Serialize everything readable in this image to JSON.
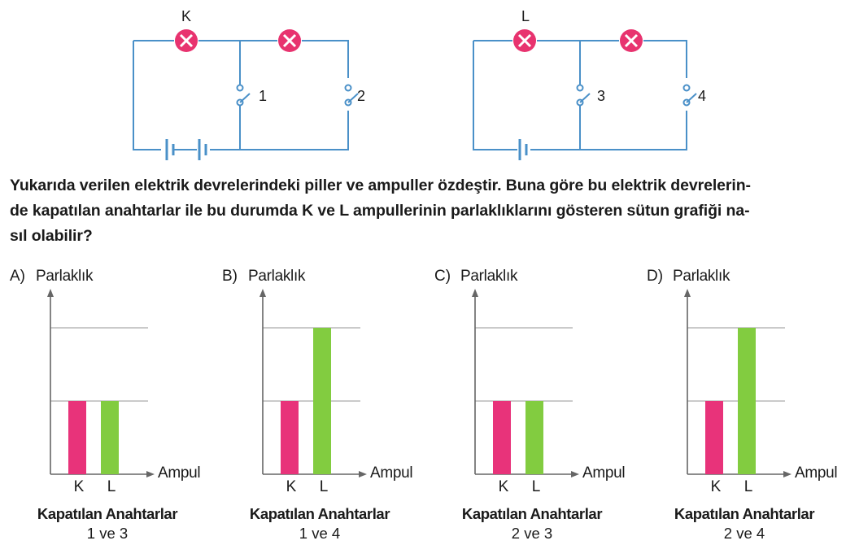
{
  "circuits": {
    "left": {
      "lamp_label": "K",
      "switches": [
        "1",
        "2"
      ],
      "battery_cells": 2
    },
    "right": {
      "lamp_label": "L",
      "switches": [
        "3",
        "4"
      ],
      "battery_cells": 1
    }
  },
  "question": {
    "line1": "Yukarıda verilen elektrik devrelerindeki piller ve ampuller özdeştir. Buna göre bu elektrik devrelerin-",
    "line2": "de kapatılan anahtarlar ile bu durumda K ve L ampullerinin parlaklıklarını gösteren sütun grafiği na-",
    "line3": "sıl olabilir?"
  },
  "colors": {
    "wire": "#4a90c8",
    "lamp": "#e8336f",
    "bar_K": "#e8337a",
    "bar_L": "#82cc40",
    "axis": "#666666",
    "grid": "#aaaaaa"
  },
  "options": [
    {
      "letter": "A)",
      "ylabel": "Parlaklık",
      "xlabel": "Ampul",
      "title": "Kapatılan Anahtarlar",
      "switches": "1 ve 3"
    },
    {
      "letter": "B)",
      "ylabel": "Parlaklık",
      "xlabel": "Ampul",
      "title": "Kapatılan Anahtarlar",
      "switches": "1 ve 4"
    },
    {
      "letter": "C)",
      "ylabel": "Parlaklık",
      "xlabel": "Ampul",
      "title": "Kapatılan Anahtarlar",
      "switches": "2 ve 3"
    },
    {
      "letter": "D)",
      "ylabel": "Parlaklık",
      "xlabel": "Ampul",
      "title": "Kapatılan Anahtarlar",
      "switches": "2 ve 4"
    }
  ],
  "chart_data": [
    {
      "type": "bar",
      "categories": [
        "K",
        "L"
      ],
      "values": [
        1,
        1
      ],
      "ylabel": "Parlaklık",
      "xlabel": "Ampul",
      "ylim": [
        0,
        2
      ],
      "grid": true
    },
    {
      "type": "bar",
      "categories": [
        "K",
        "L"
      ],
      "values": [
        1,
        2
      ],
      "ylabel": "Parlaklık",
      "xlabel": "Ampul",
      "ylim": [
        0,
        2
      ],
      "grid": true
    },
    {
      "type": "bar",
      "categories": [
        "K",
        "L"
      ],
      "values": [
        1,
        1
      ],
      "ylabel": "Parlaklık",
      "xlabel": "Ampul",
      "ylim": [
        0,
        2
      ],
      "grid": true
    },
    {
      "type": "bar",
      "categories": [
        "K",
        "L"
      ],
      "values": [
        1,
        2
      ],
      "ylabel": "Parlaklık",
      "xlabel": "Ampul",
      "ylim": [
        0,
        2
      ],
      "grid": true
    }
  ]
}
